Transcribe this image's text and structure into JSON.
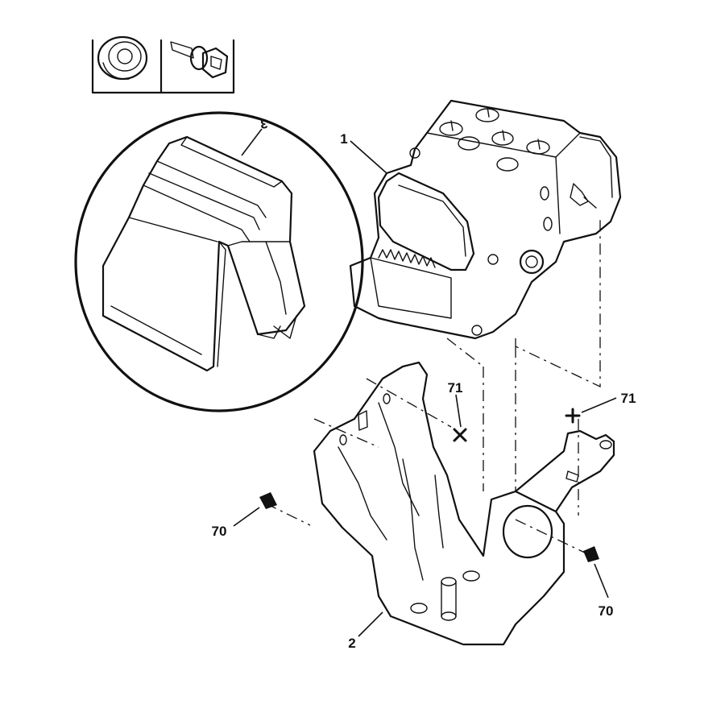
{
  "diagram": {
    "callouts": [
      {
        "id": "c1",
        "text": "1"
      },
      {
        "id": "c2",
        "text": "2"
      },
      {
        "id": "c3",
        "text": "3"
      },
      {
        "id": "c70a",
        "text": "70"
      },
      {
        "id": "c70b",
        "text": "70"
      },
      {
        "id": "c71a",
        "text": "71"
      },
      {
        "id": "c71b",
        "text": "71"
      }
    ]
  }
}
